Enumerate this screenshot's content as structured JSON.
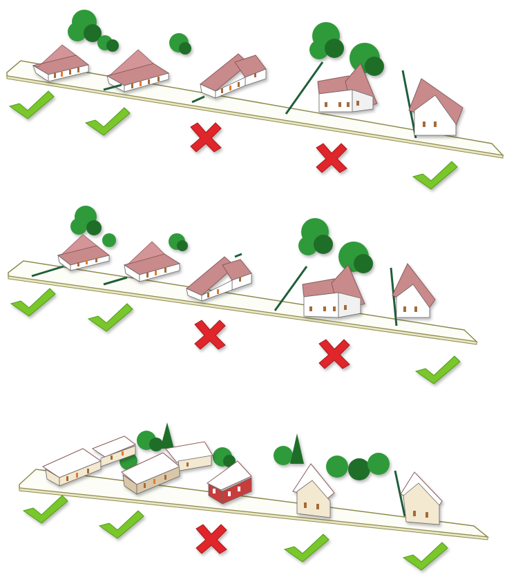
{
  "colors": {
    "background": "#ffffff",
    "street_fill": "#fdfdf7",
    "street_edge": "#8c8a4c",
    "roof": "#c98a8c",
    "roof_dark": "#b26a70",
    "wall": "#ffffff",
    "wall_shade": "#e6e6e6",
    "brick_wall": "#c83c3c",
    "cream_wall": "#f3e8d0",
    "tan_wall": "#d9c7a8",
    "window": "#a46a3a",
    "shutter": "#e07b2a",
    "fence": "#1f5e3a",
    "tree": "#2f9a3a",
    "tree_dark": "#1f6e28",
    "check": "#7ac72b",
    "check_dark": "#4f9a1a",
    "cross": "#e0262b",
    "cross_dark": "#a5181c"
  },
  "rows": [
    {
      "id": "row-1",
      "lots": [
        {
          "house": "bungalow",
          "fence": "none",
          "verdict": "approved"
        },
        {
          "house": "bungalow",
          "fence": "front",
          "verdict": "approved"
        },
        {
          "house": "cross-gable",
          "fence": "front",
          "verdict": "rejected"
        },
        {
          "house": "tall-gable",
          "fence": "side",
          "verdict": "rejected"
        },
        {
          "house": "gable-end",
          "fence": "side",
          "verdict": "approved"
        }
      ]
    },
    {
      "id": "row-2",
      "lots": [
        {
          "house": "bungalow",
          "fence": "front",
          "verdict": "approved"
        },
        {
          "house": "bungalow",
          "fence": "front",
          "verdict": "approved"
        },
        {
          "house": "cross-gable",
          "fence": "front",
          "verdict": "rejected"
        },
        {
          "house": "tall-gable",
          "fence": "side",
          "verdict": "rejected"
        },
        {
          "house": "gable-end",
          "fence": "side",
          "verdict": "approved"
        }
      ]
    },
    {
      "id": "row-3",
      "lots": [
        {
          "house": "twin-bungalow",
          "wall": "cream",
          "verdict": "approved"
        },
        {
          "house": "twin-bungalow",
          "wall": "tan",
          "verdict": "approved"
        },
        {
          "house": "bungalow",
          "wall": "brick",
          "verdict": "rejected"
        },
        {
          "house": "gable-end",
          "wall": "cream",
          "verdict": "approved"
        },
        {
          "house": "tall-gable",
          "wall": "cream",
          "verdict": "approved"
        }
      ]
    }
  ],
  "icons": {
    "approved": "check-mark-icon",
    "rejected": "cross-mark-icon",
    "tree": "tree-icon",
    "house": "house-icon",
    "fence": "fence-icon"
  }
}
